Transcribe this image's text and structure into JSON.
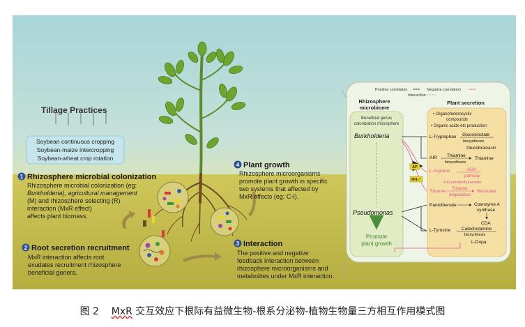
{
  "tillage": {
    "title": "Tillage Practices",
    "practices": [
      "Soybean continuous cropping",
      "Soybean-maize intercropping",
      "Soybean-wheat crop rotation"
    ]
  },
  "sections": {
    "s1": {
      "num": "1",
      "title": "Rhizosphere microbial colonization",
      "lines": [
        "Rhizosphere microbial colonization (eg:",
        "Burkholderia), agricultural management",
        "(M) and rhizosphere selecting (R)",
        "interaction (MxR effect)",
        "affects plant biomass."
      ]
    },
    "s2": {
      "num": "2",
      "title": "Root secretion recruitment",
      "lines": [
        "MxR interaction affects root",
        "exudates recruitment rhizosphere",
        "beneficial genera."
      ]
    },
    "s3": {
      "num": "3",
      "title": "Interaction",
      "lines": [
        "The positive and negative",
        "feedback interaction between",
        "rhizosphere microorganisms and",
        "metabolites under MxR interaction."
      ]
    },
    "s4": {
      "num": "4",
      "title": "Plant growth",
      "lines": [
        "Rhizosphere microorganisms",
        "promote plant growth in specific",
        "two systems that affected by",
        "MxR effects (eg: C-I)."
      ]
    }
  },
  "panel": {
    "legend": {
      "positive": "Positive correlation",
      "negative": "Negative correlation",
      "interaction": "Interaction"
    },
    "microbiome": {
      "header": [
        "Rhizosphere",
        "microbiome"
      ],
      "sublabel": [
        "Beneficial genus",
        "colonization rhizosphere"
      ],
      "genus1": "Burkholderia",
      "genus2": "Pseudomonas",
      "promote": [
        "Promote",
        "plant growth"
      ]
    },
    "secretion": {
      "header": "Plant secretion",
      "items": [
        "• Organoheterocyclic",
        "compounds",
        "• Organic acids etc production"
      ],
      "tryptophan": "L-Tryptophan",
      "glucosinolate": "Glucosinolate",
      "gluco_bio": "biosynthesis",
      "glucobrassicin": "Glucobrassicin",
      "air": "AIR",
      "thiamine_bio": "Thiamine",
      "thiamine_bio2": "biosynthesis",
      "thiamine": "Thiamine",
      "arginine": "L-Arginine",
      "adh": "ADH",
      "pathway": "pathway",
      "guan": "4-Guanidinobutanoate",
      "toluene": "Toluene",
      "toluene_deg": "Toluene",
      "degradation": "degradation",
      "benzoate": "Benzoate",
      "pantothenate": "Pantothenate",
      "coa_a": "Coenzyme A",
      "synthase": "synthase",
      "coa": "CDA",
      "tyrosine": "L-Tyrosine",
      "catecholamine": "Catecholamine",
      "cat_bio": "biosynthesis",
      "ldopa": "L-Dopa",
      "ap": "AP",
      "nh": "NH₄⁺"
    }
  },
  "caption": {
    "prefix": "图 2",
    "mxr": "MxR",
    "text": "交互效应下根际有益微生物-根系分泌物-植物生物量三方相互作用模式图"
  },
  "colors": {
    "sky": "#a8d5d8",
    "soil": "#c4bd4e",
    "panel_left": "#e2ecc4",
    "panel_right": "#f5dfa4",
    "negative": "#d95b8a",
    "positive": "#222222",
    "number_badge": "#2e4f9a"
  }
}
